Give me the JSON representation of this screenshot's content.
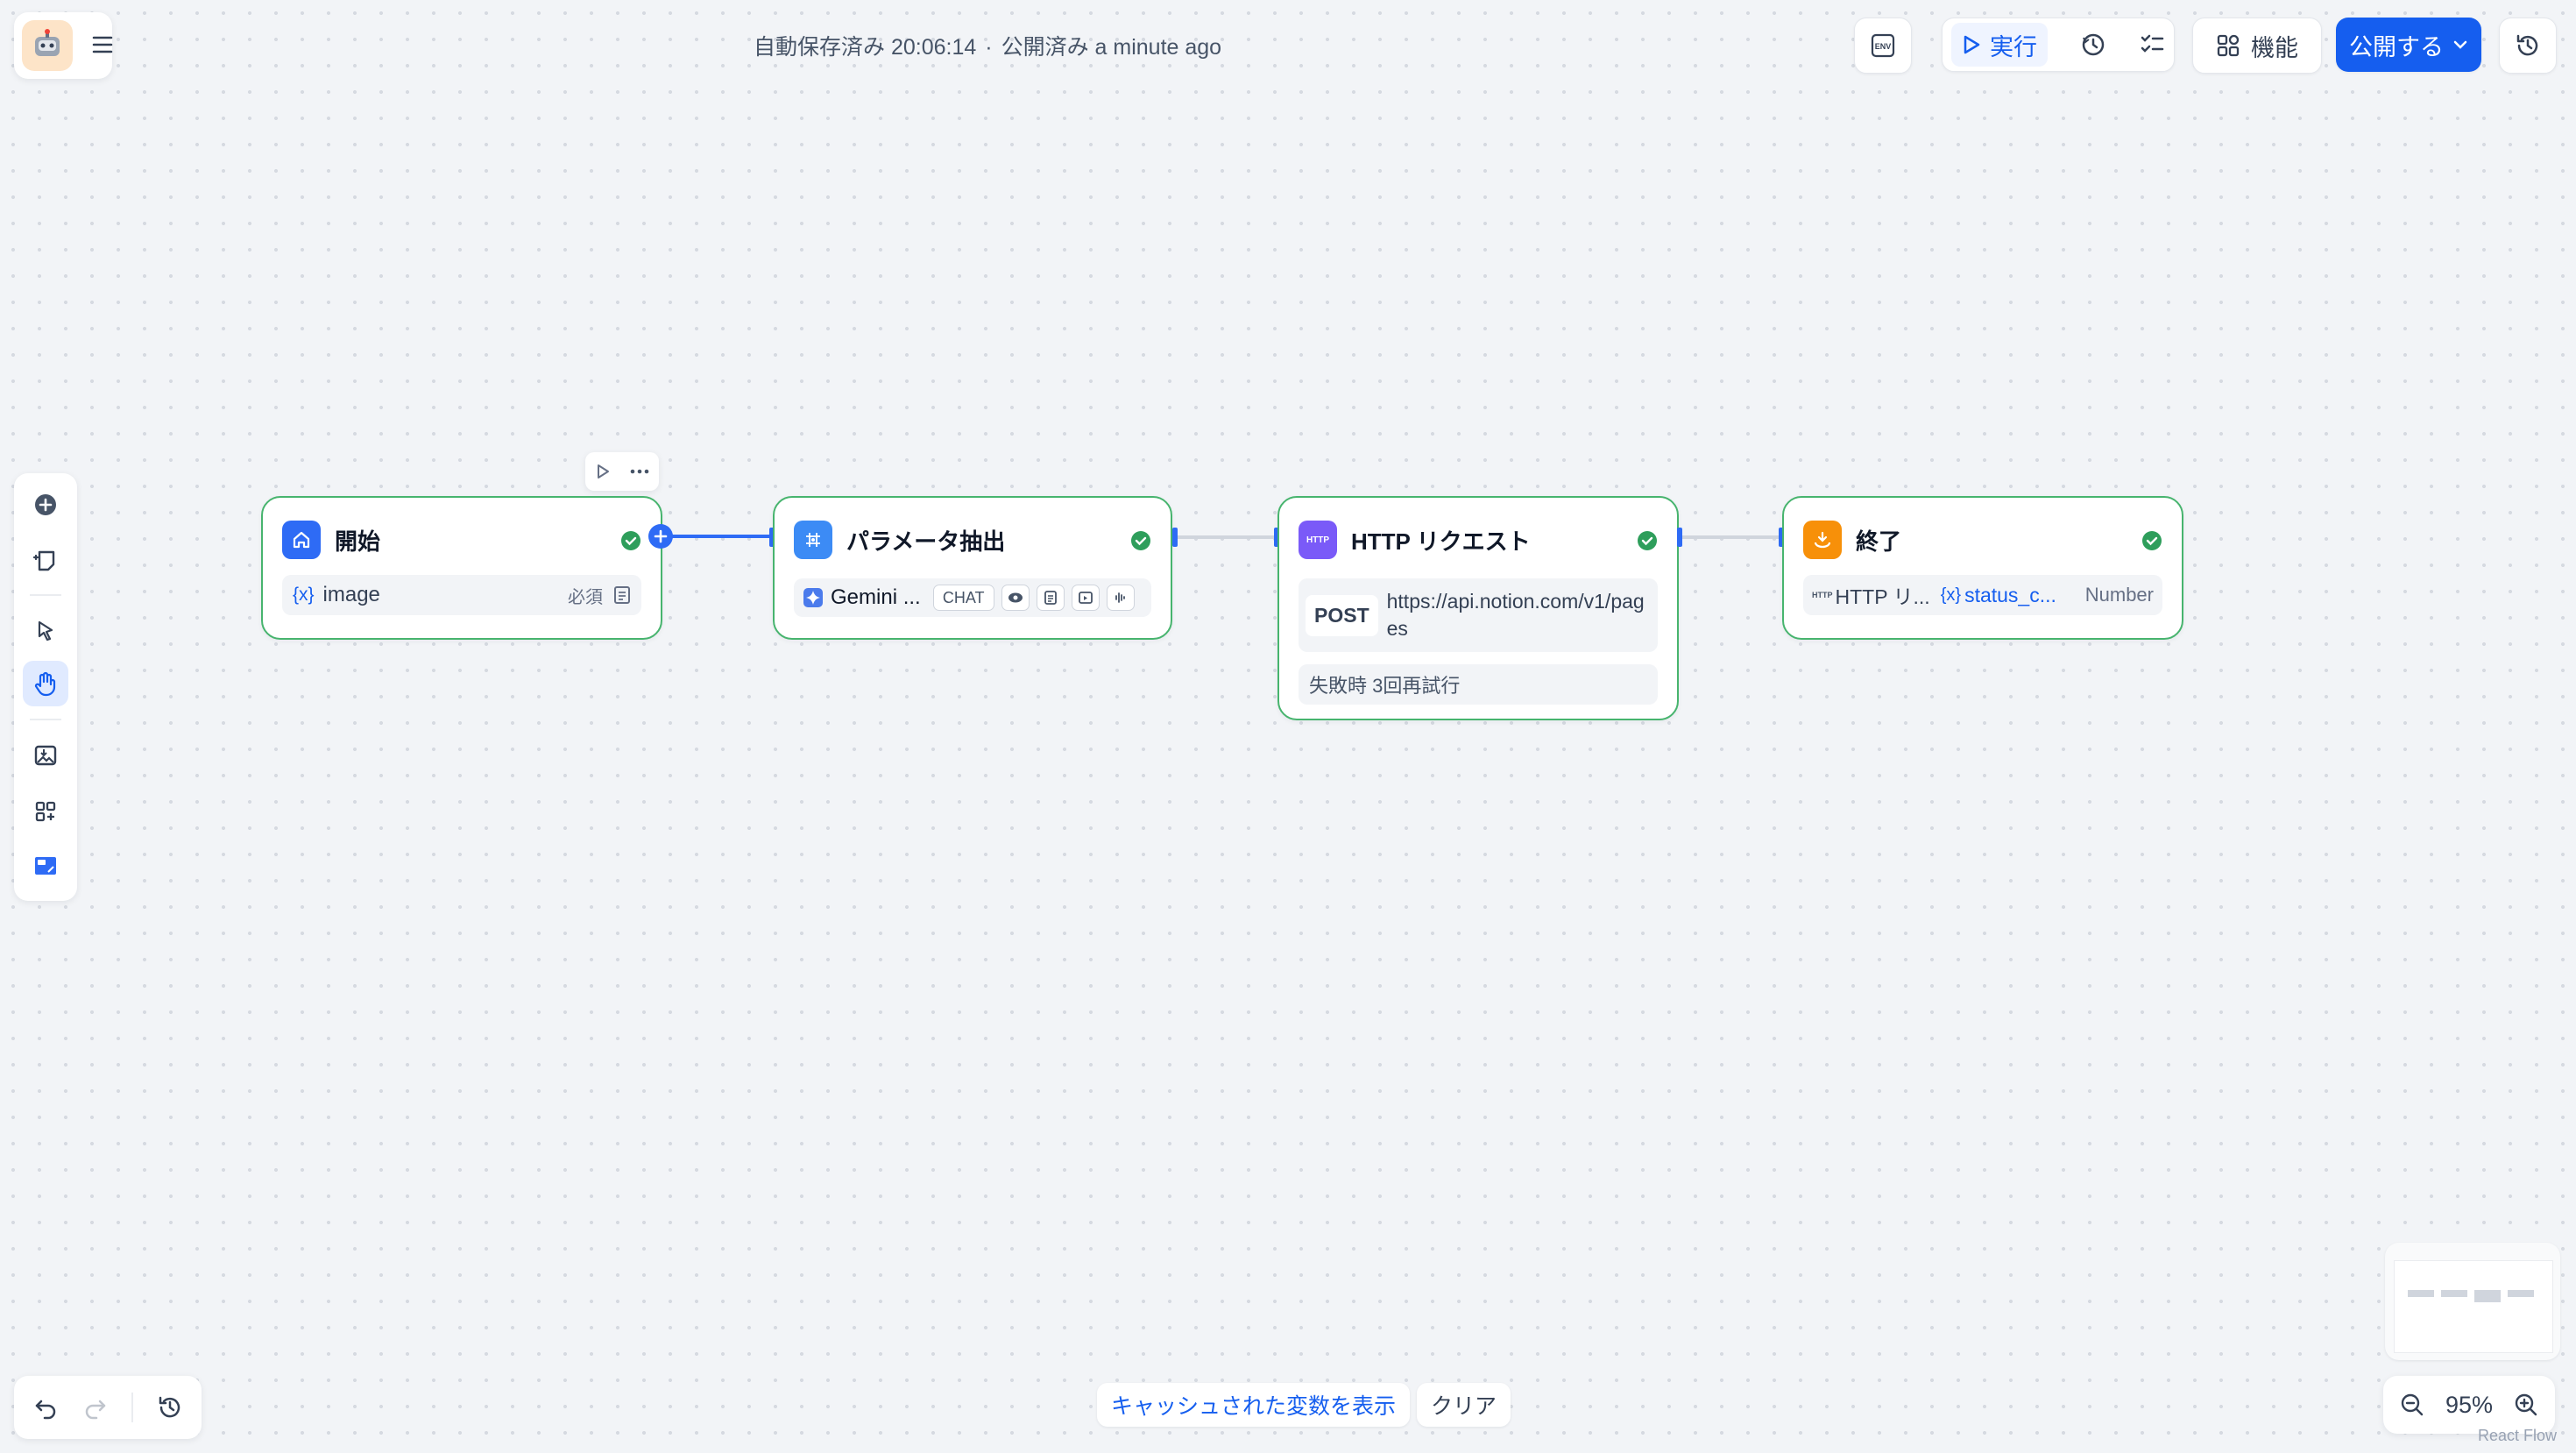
{
  "header": {
    "autosave": "自動保存済み 20:06:14",
    "separator": "·",
    "published": "公開済み a minute ago"
  },
  "toolbar": {
    "env_label": "ENV",
    "run_label": "実行",
    "features_label": "機能",
    "publish_label": "公開する"
  },
  "nodes": {
    "start": {
      "title": "開始",
      "var_prefix": "{x}",
      "var_name": "image",
      "required": "必須"
    },
    "extract": {
      "title": "パラメータ抽出",
      "model": "Gemini ...",
      "mode": "CHAT"
    },
    "http": {
      "title": "HTTP リクエスト",
      "method": "POST",
      "url": "https://api.notion.com/v1/pages",
      "retry": "失敗時 3回再試行",
      "badge": "HTTP"
    },
    "end": {
      "title": "終了",
      "source_badge": "HTTP",
      "source": "HTTP リ...",
      "var_prefix": "{x}",
      "var_name": "status_c...",
      "type": "Number"
    }
  },
  "bottom": {
    "show_cache": "キャッシュされた変数を表示",
    "clear": "クリア",
    "zoom": "95%",
    "attribution": "React Flow"
  },
  "colors": {
    "accent": "#155eef",
    "node_border": "#47b46e",
    "start_icon": "#2e6bf5",
    "extract_icon": "#3c8bf5",
    "http_icon": "#7a5af8",
    "end_icon": "#f79009"
  }
}
